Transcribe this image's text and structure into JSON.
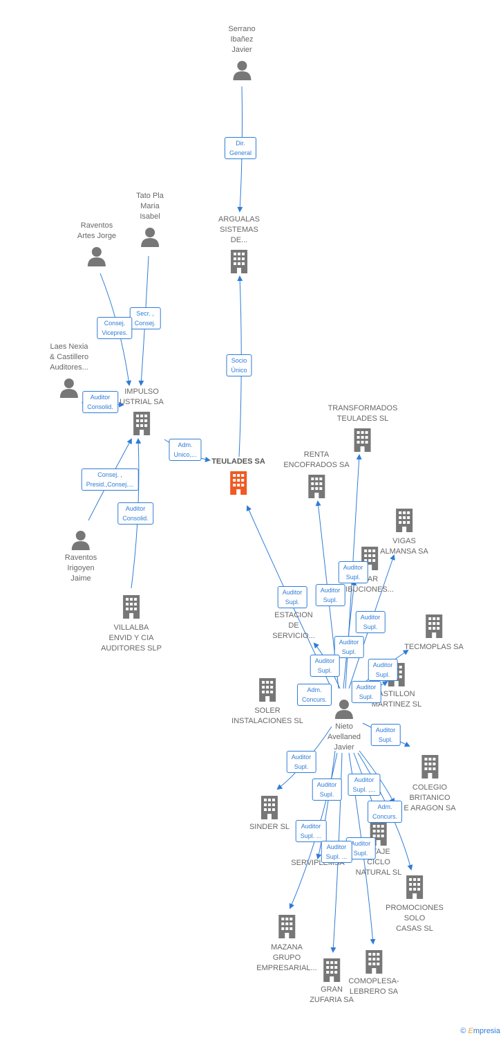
{
  "colors": {
    "main_node": "#f05a23",
    "node": "#777777",
    "edge": "#2e7cd6"
  },
  "people": [
    {
      "id": "p_serrano",
      "label": "Serrano\nIbañez\nJavier"
    },
    {
      "id": "p_tato",
      "label": "Tato Pla\nMaria\nIsabel"
    },
    {
      "id": "p_raventos_artes",
      "label": "Raventos\nArtes Jorge"
    },
    {
      "id": "p_laes",
      "label": "Laes Nexia\n& Castillero\nAuditores..."
    },
    {
      "id": "p_raventos_irigoyen",
      "label": "Raventos\nIrigoyen\nJaime"
    },
    {
      "id": "p_nieto",
      "label": "Nieto\nAvellaned\nJavier"
    }
  ],
  "companies": [
    {
      "id": "c_teulades",
      "label": "TEULADES SA",
      "main": true
    },
    {
      "id": "c_argualas",
      "label": "ARGUALAS\nSISTEMAS\nDE..."
    },
    {
      "id": "c_impulso",
      "label": "IMPULSO\nUSTRIAL SA"
    },
    {
      "id": "c_villalba",
      "label": "VILLALBA\nENVID Y CIA\nAUDITORES SLP"
    },
    {
      "id": "c_transformados",
      "label": "TRANSFORMADOS\nTEULADES SL"
    },
    {
      "id": "c_renta",
      "label": "RENTA\nENCOFRADOS SA"
    },
    {
      "id": "c_vigas",
      "label": "VIGAS\nALMANSA SA"
    },
    {
      "id": "c_mar",
      "label": "MAR\nIBUCIONES..."
    },
    {
      "id": "c_estacion",
      "label": "ESTACION\nDE\nSERVICIO..."
    },
    {
      "id": "c_tecmoplas",
      "label": "TECMOPLAS SA"
    },
    {
      "id": "c_castillon",
      "label": "ASTILLON\nMARTINEZ SL"
    },
    {
      "id": "c_soler",
      "label": "SOLER\nINSTALACIONES SL"
    },
    {
      "id": "c_colegio",
      "label": "COLEGIO\nBRITANICO\nE ARAGON SA"
    },
    {
      "id": "c_sinder",
      "label": "SINDER SL"
    },
    {
      "id": "c_montaje",
      "label": "STAJE\nCICLO\nNATURAL SL"
    },
    {
      "id": "c_servipl",
      "label": "SERVIPLEMSA"
    },
    {
      "id": "c_promociones",
      "label": "PROMOCIONES\nSOLO\nCASAS SL"
    },
    {
      "id": "c_mazana",
      "label": "MAZANA\nGRUPO\nEMPRESARIAL..."
    },
    {
      "id": "c_gran",
      "label": "GRAN\nZUFARIA SA"
    },
    {
      "id": "c_comoplesa",
      "label": "COMOPLESA-\nLEBRERO SA"
    }
  ],
  "relations": [
    {
      "id": "r1",
      "label": "Dir.\nGeneral"
    },
    {
      "id": "r2",
      "label": "Socio\nÚnico"
    },
    {
      "id": "r3",
      "label": "Secr. ,\nConsej."
    },
    {
      "id": "r4",
      "label": "Consej.\nVicepres."
    },
    {
      "id": "r5",
      "label": "Auditor\nConsolid."
    },
    {
      "id": "r6",
      "label": "Adm.\nUnico,..."
    },
    {
      "id": "r7",
      "label": "Consej. ,\nPresid.,Consej...."
    },
    {
      "id": "r8",
      "label": "Auditor\nConsolid."
    },
    {
      "id": "r9",
      "label": "Auditor\nSupl."
    },
    {
      "id": "r10",
      "label": "Auditor\nSupl."
    },
    {
      "id": "r11",
      "label": "Auditor\nSupl."
    },
    {
      "id": "r12",
      "label": "Auditor\nSupl."
    },
    {
      "id": "r13",
      "label": "Auditor\nSupl."
    },
    {
      "id": "r14",
      "label": "Auditor\nSupl."
    },
    {
      "id": "r15",
      "label": "Auditor\nSupl."
    },
    {
      "id": "r16",
      "label": "Adm.\nConcurs."
    },
    {
      "id": "r17",
      "label": "Auditor\nSupl."
    },
    {
      "id": "r18",
      "label": "Auditor\nSupl."
    },
    {
      "id": "r19",
      "label": "Auditor\nSupl."
    },
    {
      "id": "r20",
      "label": "Auditor\nSupl. ,..."
    },
    {
      "id": "r21",
      "label": "Auditor\nSupl."
    },
    {
      "id": "r22",
      "label": "Adm.\nConcurs."
    },
    {
      "id": "r23",
      "label": "Auditor\nSupl. ..."
    },
    {
      "id": "r24",
      "label": "Auditor\nSupl."
    },
    {
      "id": "r25",
      "label": "Auditor\nSupl. ..."
    }
  ],
  "footer": {
    "copyright": "©",
    "brand_initial": "E",
    "brand_rest": "mpresia"
  }
}
